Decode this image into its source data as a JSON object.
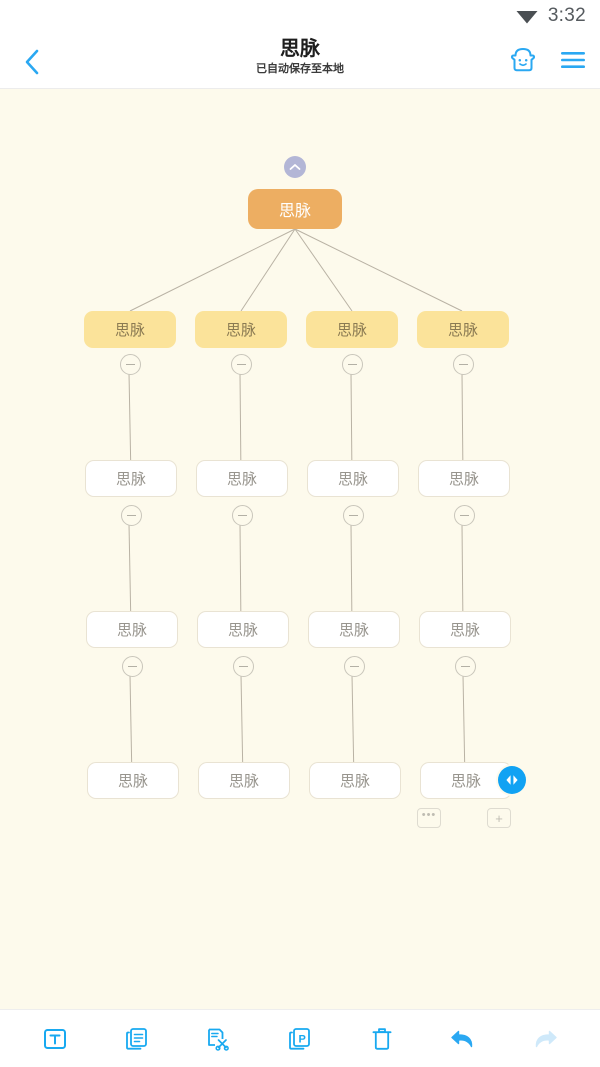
{
  "status_bar": {
    "time": "3:32",
    "wifi_icon": "wifi-icon"
  },
  "app_bar": {
    "back_icon": "chevron-left-icon",
    "title": "思脉",
    "subtitle": "已自动保存至本地",
    "actions": [
      {
        "name": "mascot-bread-icon",
        "label": "bread-mascot-icon"
      },
      {
        "name": "menu-icon",
        "label": "hamburger-menu-icon"
      }
    ]
  },
  "canvas": {
    "background_color": "#fdfaec",
    "root_toggle_icon": "chevron-up-icon",
    "edge_color": "#b9b2a4",
    "root": {
      "label": "思脉",
      "color": "#edae62"
    },
    "level2_color": "#fbe39a",
    "level3_color": "#ffffff",
    "nodes": {
      "root": "思脉",
      "level2": [
        "思脉",
        "思脉",
        "思脉",
        "思脉"
      ],
      "level3": [
        "思脉",
        "思脉",
        "思脉",
        "思脉"
      ],
      "level4": [
        "思脉",
        "思脉",
        "思脉",
        "思脉"
      ],
      "level5": [
        "思脉",
        "思脉",
        "思脉",
        "思脉"
      ]
    },
    "selection": {
      "drag_handle_icon": "drag-left-right-icon",
      "drag_handle_color": "#11a2f3",
      "more_label": "•••",
      "add_label": "+"
    }
  },
  "toolbar": {
    "items": [
      {
        "name": "text-tool",
        "icon": "text-box-icon",
        "enabled": true
      },
      {
        "name": "copy-tool",
        "icon": "copy-document-icon",
        "enabled": true
      },
      {
        "name": "cut-tool",
        "icon": "scissors-cut-icon",
        "enabled": true
      },
      {
        "name": "paste-tool",
        "icon": "paste-p-icon",
        "enabled": true
      },
      {
        "name": "delete-tool",
        "icon": "trash-icon",
        "enabled": true
      },
      {
        "name": "undo-tool",
        "icon": "undo-arrow-icon",
        "enabled": true
      },
      {
        "name": "redo-tool",
        "icon": "redo-arrow-icon",
        "enabled": false
      }
    ],
    "accent_color": "#18a9f0",
    "disabled_color": "#cfe9fa"
  }
}
